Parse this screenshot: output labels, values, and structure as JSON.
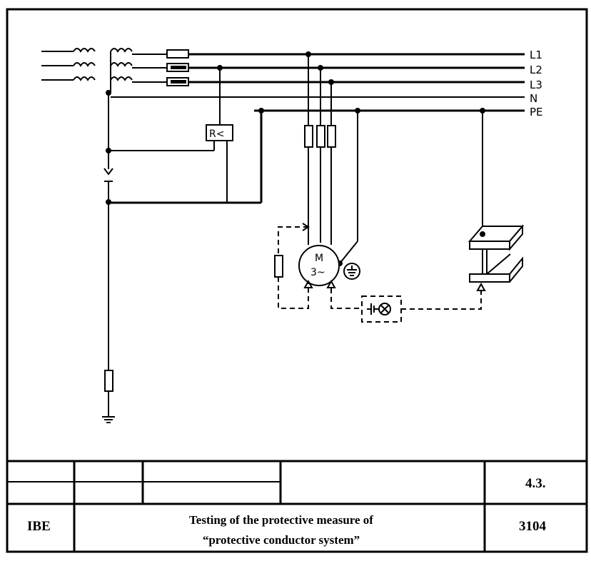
{
  "diagram": {
    "line_labels": [
      "L1",
      "L2",
      "L3",
      "N",
      "PE"
    ],
    "rcd_label": "R<",
    "motor_label_top": "M",
    "motor_label_bottom": "3~"
  },
  "title_block": {
    "section": "4.3.",
    "org": "IBE",
    "title_line1": "Testing of the protective measure of",
    "title_line2": "“protective conductor system”",
    "sheet_number": "3104"
  }
}
